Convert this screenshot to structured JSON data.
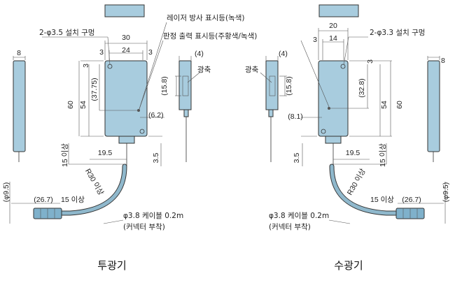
{
  "tx": {
    "title": "투광기",
    "mount_hole": "2-φ3.5 설치 구멍",
    "laser_indicator": "레이저 방사 표시등(녹색)",
    "output_indicator": "판정 출력 표시등(주황색/녹색)",
    "optical_axis": "광축",
    "cable_line1": "φ3.8 케이블 0.2m",
    "cable_line2": "(커넥터 부착)",
    "dim_width": "30",
    "dim_inner": "24",
    "dim_3a": "3",
    "dim_3b": "3",
    "dim_3c": "3",
    "dim_height": "60",
    "dim_54": "54",
    "dim_3775": "(37.75)",
    "dim_158": "(15.8)",
    "dim_4": "(4)",
    "dim_62": "(6.2)",
    "dim_8": "8",
    "dim_15over": "15 이상",
    "dim_195": "19.5",
    "dim_35": "3.5",
    "dim_r30": "R30 이상",
    "dim_95": "(φ9.5)",
    "dim_267": "(26.7)",
    "dim_15over_b": "15 이상"
  },
  "rx": {
    "title": "수광기",
    "mount_hole": "2-φ3.3 설치 구멍",
    "optical_axis": "광축",
    "cable_line1": "φ3.8 케이블 0.2m",
    "cable_line2": "(커넥터 부착)",
    "dim_width": "20",
    "dim_inner": "14",
    "dim_3a": "3",
    "dim_3b": "3",
    "dim_height": "60",
    "dim_54": "54",
    "dim_328": "(32.8)",
    "dim_158": "(15.8)",
    "dim_4": "(4)",
    "dim_81": "(8.1)",
    "dim_8": "8",
    "dim_15over": "15 이상",
    "dim_195": "19.5",
    "dim_35": "3.5",
    "dim_r30": "R30 이상",
    "dim_95": "(φ9.5)",
    "dim_267": "(26.7)",
    "dim_15over_b": "15 이상"
  },
  "colors": {
    "body": "#a8ccde",
    "cable": "#8fb8cc",
    "placeholder": "#a8ccde"
  }
}
